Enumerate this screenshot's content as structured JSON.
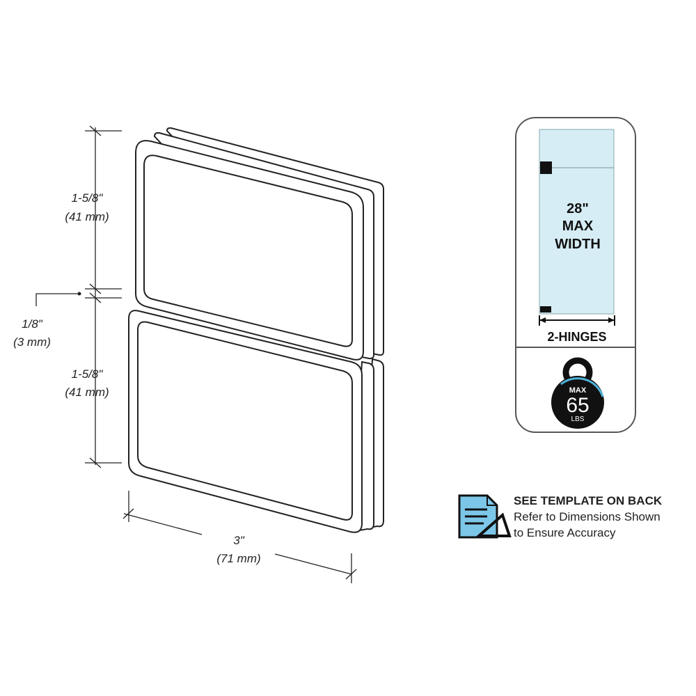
{
  "dimensions": {
    "top_height": "1-5/8\"",
    "top_height_mm": "(41 mm)",
    "gap": "1/8\"",
    "gap_mm": "(3 mm)",
    "bottom_height": "1-5/8\"",
    "bottom_height_mm": "(41 mm)",
    "width": "3\"",
    "width_mm": "(71 mm)"
  },
  "spec_card": {
    "max_width_line1": "28\"",
    "max_width_line2": "MAX",
    "max_width_line3": "WIDTH",
    "hinges": "2-HINGES",
    "weight_line1": "MAX",
    "weight_line2": "65",
    "weight_line3": "LBS",
    "glass_color": "#d6edf5",
    "accent_color": "#4fb3d9"
  },
  "template_note": {
    "heading": "SEE TEMPLATE ON BACK",
    "line1": "Refer to Dimensions Shown",
    "line2": "to Ensure Accuracy",
    "icon": "document-ruler-icon"
  }
}
